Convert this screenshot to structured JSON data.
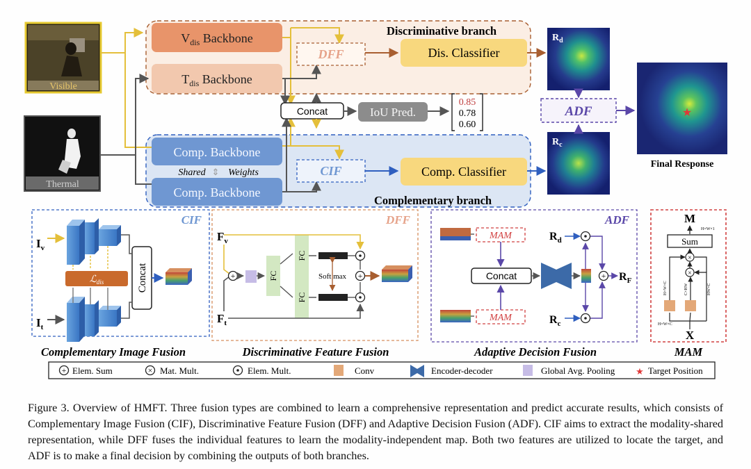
{
  "images": {
    "visible_label": "Visible",
    "thermal_label": "Thermal"
  },
  "top": {
    "vdis_backbone": "V",
    "vdis_sub": "dis",
    "vdis_rest": " Backbone",
    "tdis_backbone": "T",
    "tdis_sub": "dis",
    "tdis_rest": " Backbone",
    "comp_backbone_1": "Comp. Backbone",
    "comp_backbone_2": "Comp. Backbone",
    "shared": "Shared",
    "weights": "Weights",
    "dff": "DFF",
    "cif": "CIF",
    "dis_classifier": "Dis. Classifier",
    "comp_classifier": "Comp. Classifier",
    "concat": "Concat",
    "iou_pred": "IoU Pred.",
    "iou_values": [
      "0.85",
      "0.78",
      "0.60"
    ],
    "disc_branch": "Discriminative branch",
    "comp_branch": "Complementary branch",
    "rd": "R",
    "rd_sub": "d",
    "rc": "R",
    "rc_sub": "c",
    "adf": "ADF",
    "final_response": "Final Response"
  },
  "cif_panel": {
    "title": "CIF",
    "iv": "I",
    "iv_sub": "v",
    "it": "I",
    "it_sub": "t",
    "ldis": "ℒ",
    "ldis_sub": "dis",
    "concat": "Concat",
    "caption": "Complementary Image Fusion"
  },
  "dff_panel": {
    "title": "DFF",
    "fv": "F",
    "fv_sub": "v",
    "ft": "F",
    "ft_sub": "t",
    "fc": "FC",
    "softmax": "Soft max",
    "caption": "Discriminative Feature Fusion"
  },
  "adf_panel": {
    "title": "ADF",
    "mam": "MAM",
    "concat": "Concat",
    "rd": "R",
    "rd_sub": "d",
    "rc": "R",
    "rc_sub": "c",
    "rf": "R",
    "rf_sub": "F",
    "caption": "Adaptive Decision Fusion"
  },
  "mam_panel": {
    "m": "M",
    "x": "X",
    "sum": "Sum",
    "tiny_top": "H×W×1",
    "tiny_bottom": "H×W×C",
    "tiny_l": "H×W×C",
    "tiny_m": "C×HW",
    "tiny_r": "HW×C",
    "caption": "MAM"
  },
  "legend": {
    "elem_sum": "Elem. Sum",
    "mat_mult": "Mat. Mult.",
    "elem_mult": "Elem. Mult.",
    "conv": "Conv",
    "encoder_decoder": "Encoder-decoder",
    "gap": "Global Avg. Pooling",
    "target_position": "Target Position"
  },
  "colors": {
    "disc_bg": "#fbeee4",
    "comp_bg": "#dce6f4",
    "vdis": "#e8946a",
    "tdis": "#f2c8ae",
    "comp_backbone": "#6f97d2",
    "classifier": "#f8d87e",
    "arrow_yellow": "#e4bf3a",
    "arrow_brown": "#a85e30",
    "arrow_blue": "#2f5fbf",
    "arrow_purple": "#5a47a8",
    "arrow_gray": "#555555",
    "red_dash": "#d14040",
    "ldis": "#c96a2c",
    "fc_green": "#d3e8c2",
    "gap_purple": "#c6bce6",
    "conv_orange": "#e3a878",
    "heat_dark": "#14206e",
    "heat_hot": "#c9e843"
  },
  "caption": {
    "text": "Figure 3. Overview of HMFT. Three fusion types are combined to learn a comprehensive representation and predict accurate results, which consists of Complementary Image Fusion (CIF), Discriminative Feature Fusion (DFF) and Adaptive Decision Fusion (ADF). CIF aims to extract the modality-shared representation, while DFF fuses the individual features to learn the modality-independent map. Both two features are utilized to locate the target, and ADF is to make a final decision by combining the outputs of both branches."
  }
}
